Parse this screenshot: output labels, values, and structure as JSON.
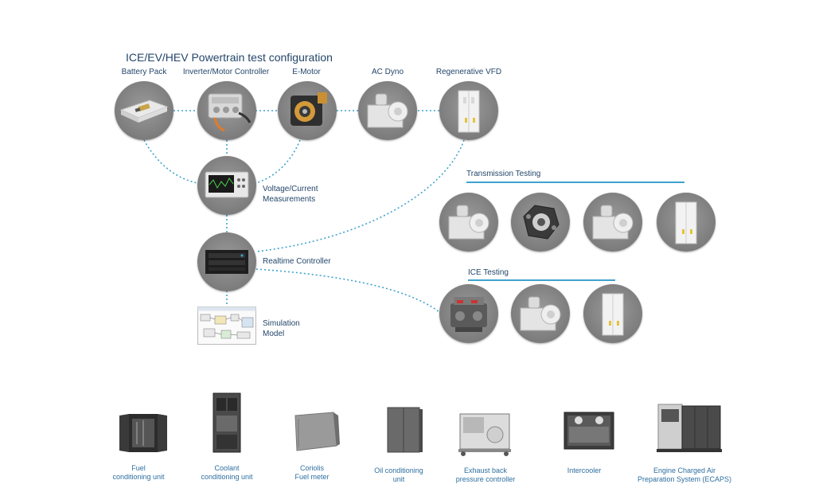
{
  "title": "ICE/EV/HEV Powertrain test configuration",
  "top_labels": {
    "battery": "Battery Pack",
    "inverter": "Inverter/Motor Controller",
    "emotor": "E-Motor",
    "acdyno": "AC Dyno",
    "vfd": "Regenerative VFD"
  },
  "measurements_label": [
    "Voltage/Current",
    "Measurements"
  ],
  "controller_label": "Realtime Controller",
  "simulation_label": [
    "Simulation",
    "Model"
  ],
  "sections": {
    "transmission": "Transmission Testing",
    "ice": "ICE Testing"
  },
  "bottom_items": [
    {
      "line1": "Fuel",
      "line2": "conditioning unit",
      "icon": "cabinet-open-icon"
    },
    {
      "line1": "Coolant",
      "line2": "conditioning unit",
      "icon": "tall-rack-icon"
    },
    {
      "line1": "Coriolis",
      "line2": "Fuel meter",
      "icon": "wall-box-icon"
    },
    {
      "line1": "Oil conditioning",
      "line2": "unit",
      "icon": "cabinet-closed-icon"
    },
    {
      "line1": "Exhaust back",
      "line2": "pressure controller",
      "icon": "frame-unit-icon"
    },
    {
      "line1": "Intercooler",
      "line2": "",
      "icon": "intercooler-icon"
    },
    {
      "line1": "Engine Charged Air",
      "line2": "Preparation System (ECAPS)",
      "icon": "ecaps-icon"
    }
  ],
  "colors": {
    "connector": "#3fa3cf",
    "text": "#24466a",
    "bottom_text": "#2e6fa0"
  }
}
